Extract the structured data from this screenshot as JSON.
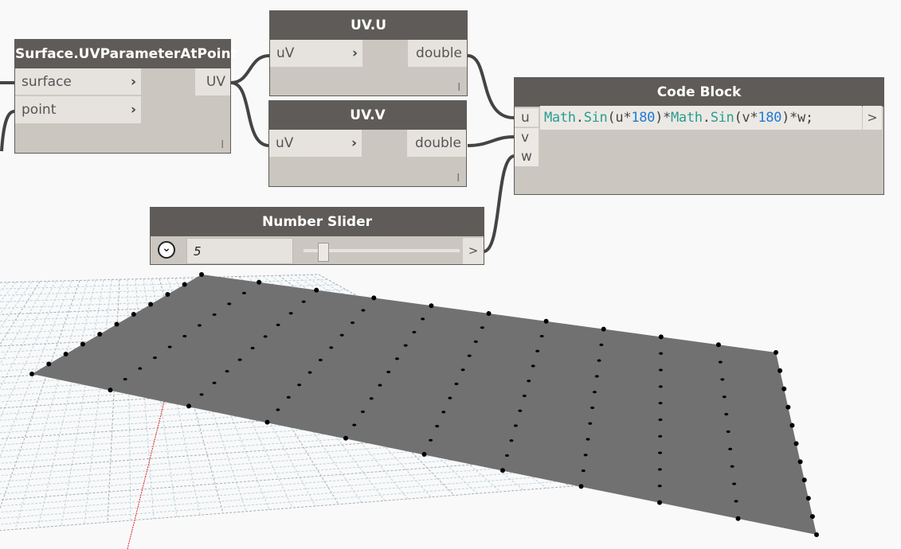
{
  "nodes": {
    "uv_param": {
      "title": "Surface.UVParameterAtPoint",
      "inputs": [
        "surface",
        "point"
      ],
      "output": "UV",
      "lacing": "l"
    },
    "uv_u": {
      "title": "UV.U",
      "input": "uV",
      "output": "double",
      "lacing": "l"
    },
    "uv_v": {
      "title": "UV.V",
      "input": "uV",
      "output": "double",
      "lacing": "l"
    },
    "code_block": {
      "title": "Code Block",
      "inputs": [
        "u",
        "v",
        "w"
      ],
      "code_tokens": [
        {
          "t": "Math",
          "c": "kw"
        },
        {
          "t": ".",
          "c": "op"
        },
        {
          "t": "Sin",
          "c": "kw"
        },
        {
          "t": "(u*",
          "c": "op"
        },
        {
          "t": "180",
          "c": "num"
        },
        {
          "t": ")*",
          "c": "op"
        },
        {
          "t": "Math",
          "c": "kw"
        },
        {
          "t": ".",
          "c": "op"
        },
        {
          "t": "Sin",
          "c": "kw"
        },
        {
          "t": "(v*",
          "c": "op"
        },
        {
          "t": "180",
          "c": "num"
        },
        {
          "t": ")*w;",
          "c": "op"
        }
      ],
      "output_glyph": ">"
    },
    "number_slider": {
      "title": "Number Slider",
      "value": "5",
      "slider_fraction": 0.05,
      "output_glyph": ">"
    }
  },
  "icons": {
    "port_chevron": "›",
    "expand_chevron": "⌄"
  },
  "colors": {
    "node_header": "#5e5b58",
    "node_body": "#cbc7c0",
    "port_bg": "#e6e3df",
    "wire": "#444444",
    "surface": "#717171",
    "grid": "#b7cfdc",
    "keyword": "#2a9d8f",
    "number": "#1e7bd6"
  }
}
